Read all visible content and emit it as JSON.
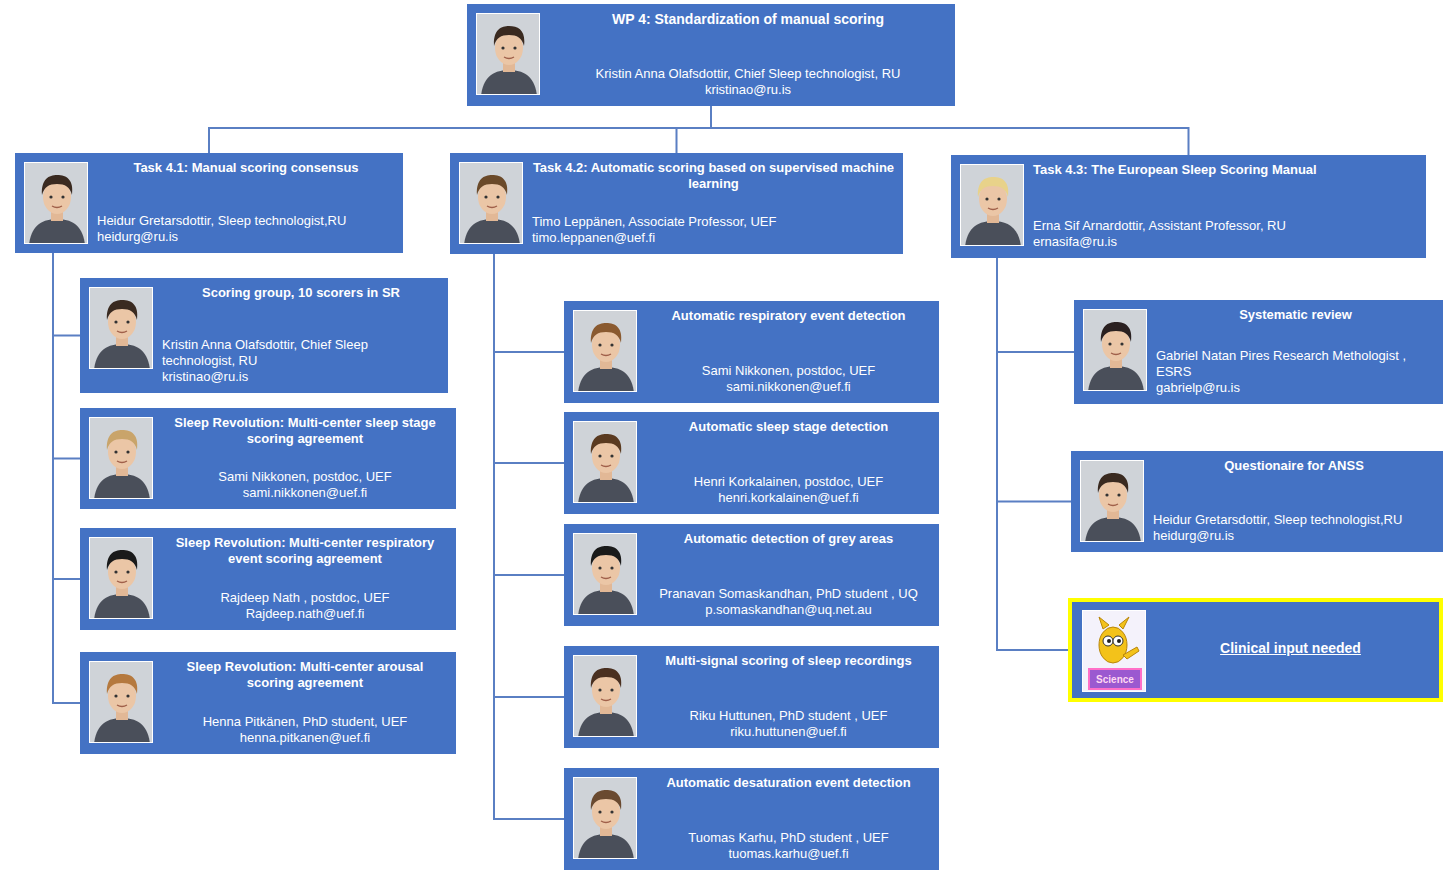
{
  "diagram": {
    "nodes": [
      {
        "text": [
          "WP 4: Standardization of manual scoring",
          "Kristin Anna Olafsdottir, Chief Sleep technologist, RU",
          "kristinao@ru.is"
        ]
      },
      {
        "text": [
          "Task 4.1: Manual scoring consensus",
          "Heidur Gretarsdottir, Sleep technologist,RU",
          "heidurg@ru.is"
        ]
      },
      {
        "text": [
          "Task 4.2: Automatic scoring based on supervised machine learning",
          "Timo Leppänen, Associate Professor, UEF",
          "timo.leppanen@uef.fi"
        ]
      },
      {
        "text": [
          "Task 4.3: The European Sleep Scoring Manual",
          "Erna Sif Arnardottir, Assistant Professor, RU",
          "ernasifa@ru.is"
        ]
      },
      {
        "text": [
          "Scoring group, 10 scorers in SR",
          "Kristin Anna Olafsdottir, Chief Sleep technologist, RU",
          "kristinao@ru.is"
        ]
      },
      {
        "text": [
          "Sleep Revolution: Multi-center sleep stage scoring agreement",
          "Sami Nikkonen, postdoc, UEF",
          "sami.nikkonen@uef.fi"
        ]
      },
      {
        "text": [
          "Sleep Revolution: Multi-center respiratory event scoring agreement",
          "Rajdeep Nath , postdoc, UEF",
          "Rajdeep.nath@uef.fi"
        ]
      },
      {
        "text": [
          "Sleep Revolution: Multi-center arousal scoring agreement",
          "Henna Pitkänen, PhD student, UEF",
          "henna.pitkanen@uef.fi"
        ]
      },
      {
        "text": [
          "Automatic respiratory event detection",
          "Sami Nikkonen, postdoc, UEF",
          "sami.nikkonen@uef.fi"
        ]
      },
      {
        "text": [
          "Automatic sleep stage detection",
          "Henri Korkalainen, postdoc, UEF",
          "henri.korkalainen@uef.fi"
        ]
      },
      {
        "text": [
          "Automatic detection of grey areas",
          "Pranavan Somaskandhan, PhD student , UQ",
          "p.somaskandhan@uq.net.au"
        ]
      },
      {
        "text": [
          "Multi-signal scoring of sleep recordings",
          "Riku Huttunen, PhD student , UEF",
          "riku.huttunen@uef.fi"
        ]
      },
      {
        "text": [
          "Automatic desaturation event detection",
          "Tuomas Karhu, PhD student , UEF",
          "tuomas.karhu@uef.fi"
        ]
      },
      {
        "text": [
          "Systematic review",
          "Gabriel Natan Pires Research Methologist , ESRS",
          "gabrielp@ru.is"
        ]
      },
      {
        "text": [
          "Questionaire for ANSS",
          "Heidur Gretarsdottir, Sleep technologist,RU",
          "heidurg@ru.is"
        ]
      },
      {
        "text": [
          "Clinical input needed"
        ]
      }
    ],
    "edges": [
      {
        "from": 0,
        "to": 1,
        "arrow": "none"
      },
      {
        "from": 0,
        "to": 2,
        "arrow": "none"
      },
      {
        "from": 0,
        "to": 3,
        "arrow": "none"
      },
      {
        "from": 1,
        "to": 4,
        "arrow": "none"
      },
      {
        "from": 1,
        "to": 5,
        "arrow": "none"
      },
      {
        "from": 1,
        "to": 6,
        "arrow": "none"
      },
      {
        "from": 1,
        "to": 7,
        "arrow": "none"
      },
      {
        "from": 2,
        "to": 8,
        "arrow": "none"
      },
      {
        "from": 2,
        "to": 9,
        "arrow": "none"
      },
      {
        "from": 2,
        "to": 10,
        "arrow": "none"
      },
      {
        "from": 2,
        "to": 11,
        "arrow": "none"
      },
      {
        "from": 2,
        "to": 12,
        "arrow": "none"
      },
      {
        "from": 3,
        "to": 13,
        "arrow": "none"
      },
      {
        "from": 3,
        "to": 14,
        "arrow": "none"
      },
      {
        "from": 3,
        "to": 15,
        "arrow": "none"
      }
    ],
    "labels": [
      "Science"
    ]
  }
}
